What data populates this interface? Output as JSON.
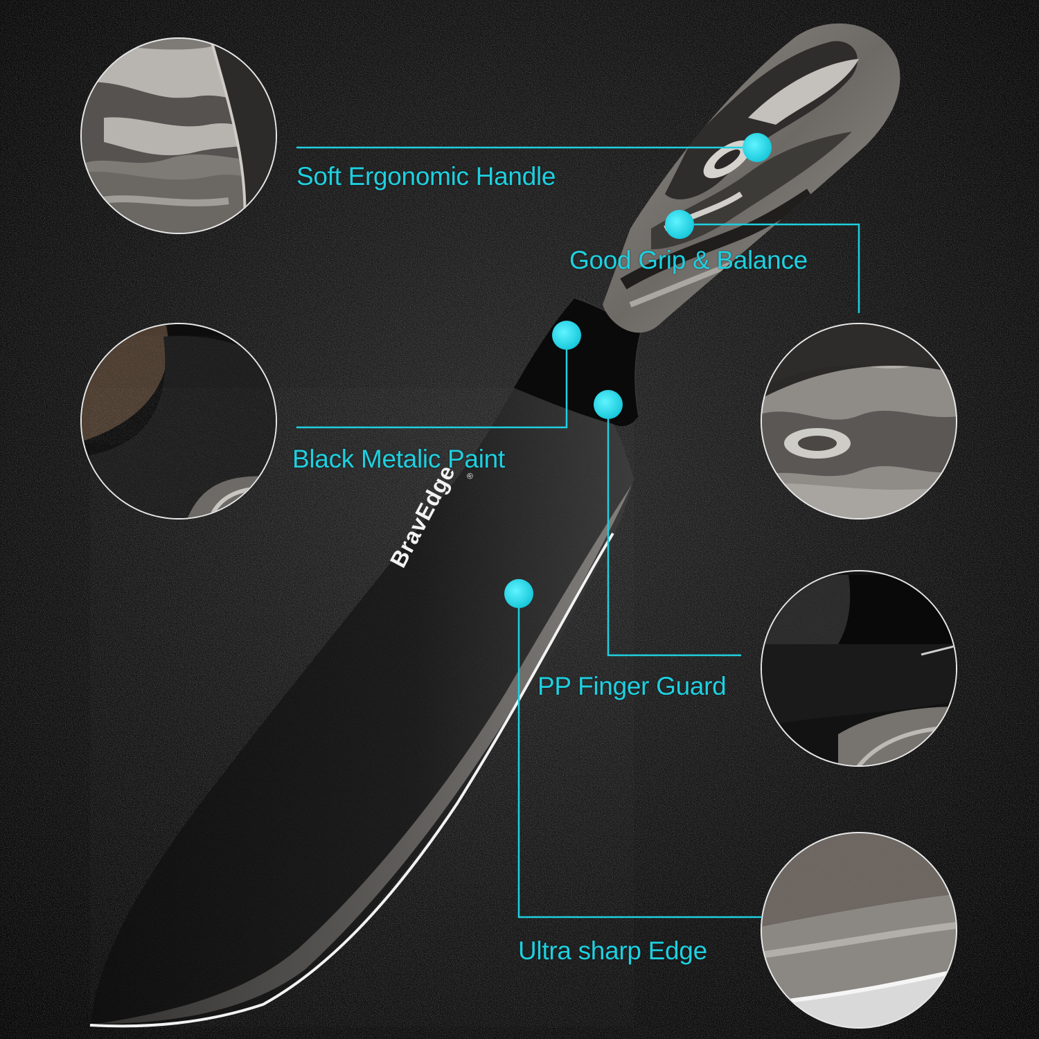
{
  "product": {
    "brand": "BravEdge",
    "brand_mark": "®"
  },
  "features": [
    {
      "label": "Soft Ergonomic Handle"
    },
    {
      "label": "Good Grip & Balance"
    },
    {
      "label": "Black Metalic Paint"
    },
    {
      "label": "PP Finger Guard"
    },
    {
      "label": "Ultra sharp Edge"
    }
  ],
  "colors": {
    "accent": "#1fd0e0",
    "background": "#121212",
    "blade": "#161616",
    "wood_light": "#9a9894",
    "wood_dark": "#2e2c2a"
  }
}
